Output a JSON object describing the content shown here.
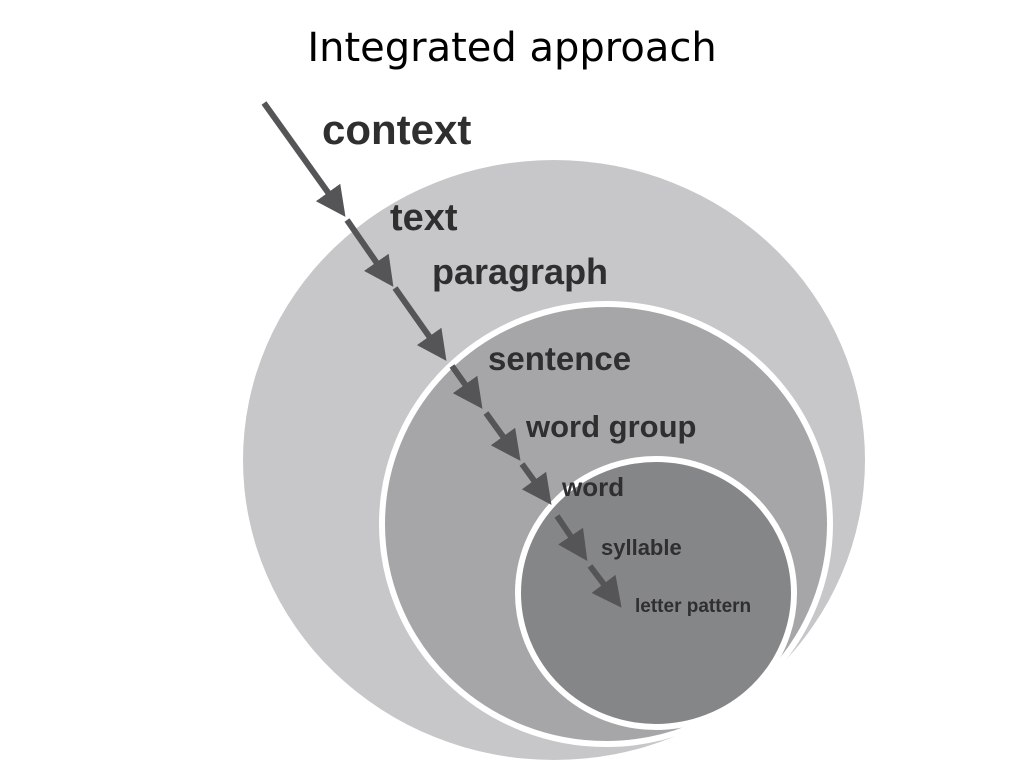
{
  "title": "Integrated approach",
  "levels": [
    {
      "label": "context"
    },
    {
      "label": "text"
    },
    {
      "label": "paragraph"
    },
    {
      "label": "sentence"
    },
    {
      "label": "word group"
    },
    {
      "label": "word"
    },
    {
      "label": "syllable"
    },
    {
      "label": "letter pattern"
    }
  ],
  "colors": {
    "outer_circle": "#c7c7c9",
    "middle_circle": "#a6a6a8",
    "inner_circle": "#858688",
    "ring_border": "#ffffff",
    "arrow": "#555557",
    "label_text": "#2f2f2f"
  }
}
